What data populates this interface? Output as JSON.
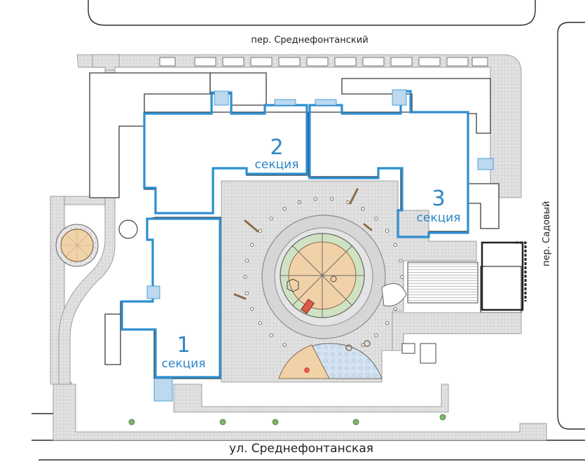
{
  "streets": {
    "top": "пер. Среднефонтанский",
    "bottom": "ул. Среднефонтанская",
    "right": "пер. Садовый"
  },
  "sections": [
    {
      "number": "1",
      "word": "секция"
    },
    {
      "number": "2",
      "word": "секция"
    },
    {
      "number": "3",
      "word": "секция"
    }
  ],
  "colors": {
    "section_outline": "#2d8fd0",
    "section_text": "#2b86c5",
    "paving": "#d9d9d9",
    "playground_sand": "#f1d2a8",
    "playground_green": "#cfe3c3",
    "playground_blue": "#cfe0ef"
  }
}
